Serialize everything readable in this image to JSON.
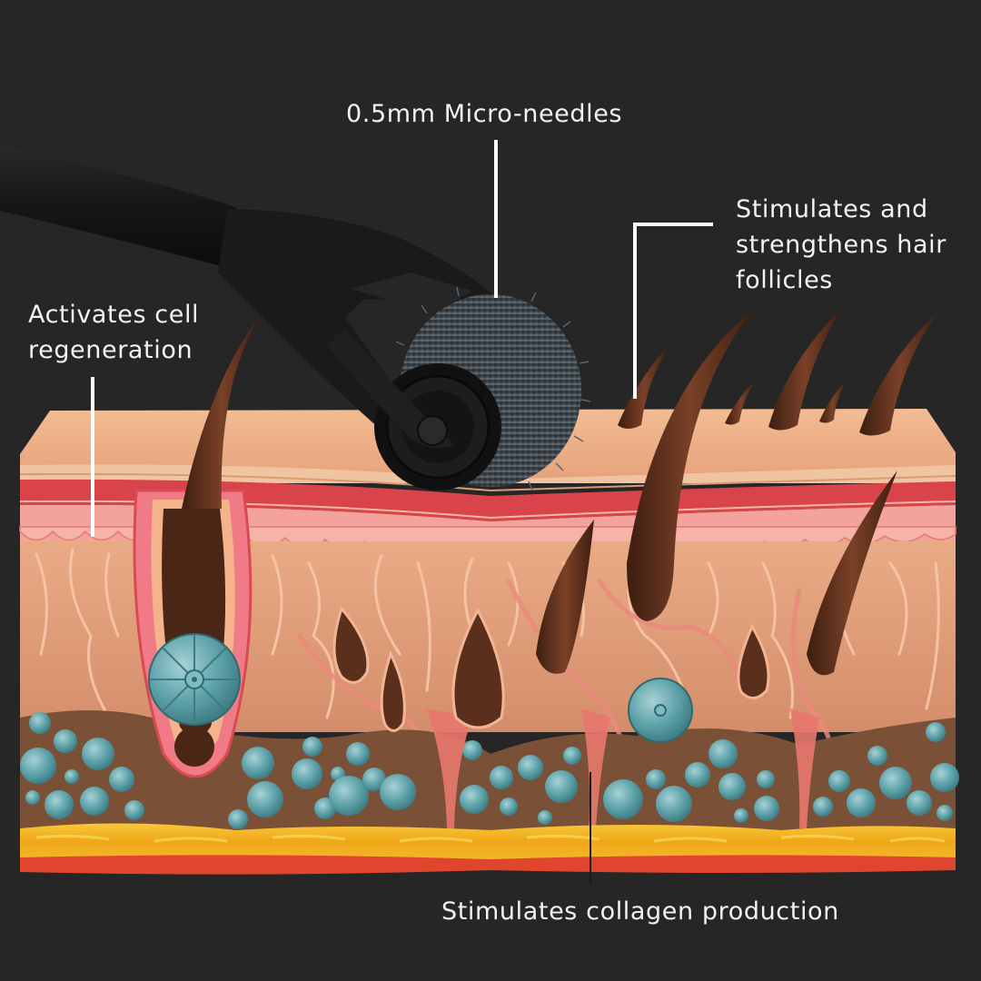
{
  "figure": {
    "subject": "Micro-needle derma roller on skin cross-section",
    "background_color": "#262626",
    "label_color": "#f2f2f2",
    "callouts": [
      {
        "id": "needles",
        "text": "0.5mm Micro-needles",
        "points_to": "roller-needle-drum"
      },
      {
        "id": "follicles",
        "text": "Stimulates and\nstrengthens hair\nfollicles",
        "points_to": "surface-hairs"
      },
      {
        "id": "cell",
        "text": "Activates cell\nregeneration",
        "points_to": "epidermis-layer"
      },
      {
        "id": "collagen",
        "text": "Stimulates collagen production",
        "points_to": "dermis-layer"
      }
    ],
    "layers": [
      {
        "name": "stratum-corneum",
        "color": "#eeb28a"
      },
      {
        "name": "epidermis-red-band",
        "color": "#d9434a"
      },
      {
        "name": "papillary-dermis",
        "color": "#f4a39c"
      },
      {
        "name": "reticular-dermis",
        "color": "#dd9c78"
      },
      {
        "name": "subcutaneous-tissue",
        "color": "#7a5036"
      },
      {
        "name": "fat-layer",
        "color": "#f2b320"
      },
      {
        "name": "muscle-layer",
        "color": "#e0462e"
      }
    ],
    "accent_colors": {
      "hair": "#5a2f1c",
      "fat_cells": "#5fa3aa",
      "roller": "#151515",
      "needle_drum": "#3b4247"
    }
  }
}
